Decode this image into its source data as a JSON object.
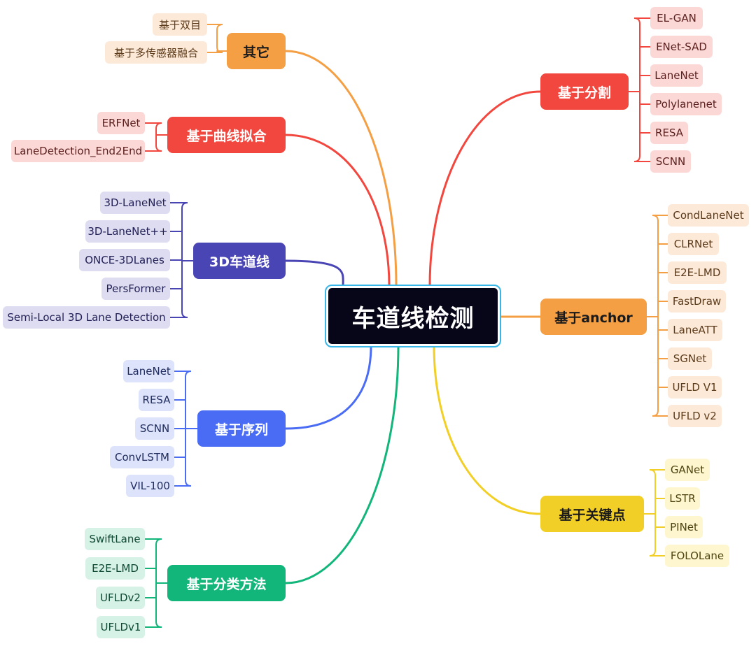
{
  "root": {
    "label": "车道线检测"
  },
  "branches": [
    {
      "id": "other",
      "label": "其它",
      "color": "#f59f45",
      "text_dark": true,
      "leaf_bg": "#fde9d8",
      "leaf_fg": "#5b3a19",
      "leaves": [
        "基于双目",
        "基于多传感器融合"
      ]
    },
    {
      "id": "curve",
      "label": "基于曲线拟合",
      "color": "#f2473f",
      "text_dark": false,
      "leaf_bg": "#fbd8d6",
      "leaf_fg": "#5a1f1c",
      "leaves": [
        "ERFNet",
        "LaneDetection_End2End"
      ]
    },
    {
      "id": "lane3d",
      "label": "3D车道线",
      "color": "#4a45b5",
      "text_dark": false,
      "leaf_bg": "#dddcf0",
      "leaf_fg": "#232056",
      "leaves": [
        "3D-LaneNet",
        "3D-LaneNet++",
        "ONCE-3DLanes",
        "PersFormer",
        "Semi-Local 3D Lane Detection"
      ]
    },
    {
      "id": "sequence",
      "label": "基于序列",
      "color": "#4a6cf5",
      "text_dark": false,
      "leaf_bg": "#dde3fb",
      "leaf_fg": "#1e2b5c",
      "leaves": [
        "LaneNet",
        "RESA",
        "SCNN",
        "ConvLSTM",
        "VIL-100"
      ]
    },
    {
      "id": "classify",
      "label": "基于分类方法",
      "color": "#12b57a",
      "text_dark": false,
      "leaf_bg": "#d6f1e6",
      "leaf_fg": "#0e4a33",
      "leaves": [
        "SwiftLane",
        "E2E-LMD",
        "UFLDv2",
        "UFLDv1"
      ]
    },
    {
      "id": "segment",
      "label": "基于分割",
      "color": "#f2473f",
      "text_dark": false,
      "leaf_bg": "#fbd8d6",
      "leaf_fg": "#5a1f1c",
      "leaves": [
        "EL-GAN",
        "ENet-SAD",
        "LaneNet",
        "Polylanenet",
        "RESA",
        "SCNN"
      ]
    },
    {
      "id": "anchor",
      "label": "基于anchor",
      "color": "#f59f45",
      "text_dark": true,
      "leaf_bg": "#fde9d8",
      "leaf_fg": "#5b3a19",
      "leaves": [
        "CondLaneNet",
        "CLRNet",
        "E2E-LMD",
        "FastDraw",
        "LaneATT",
        "SGNet",
        "UFLD V1",
        "UFLD v2"
      ]
    },
    {
      "id": "keypoint",
      "label": "基于关键点",
      "color": "#f2cf27",
      "text_dark": true,
      "leaf_bg": "#fdf6cf",
      "leaf_fg": "#4f4410",
      "leaves": [
        "GANet",
        "LSTR",
        "PINet",
        "FOLOLane"
      ]
    }
  ]
}
